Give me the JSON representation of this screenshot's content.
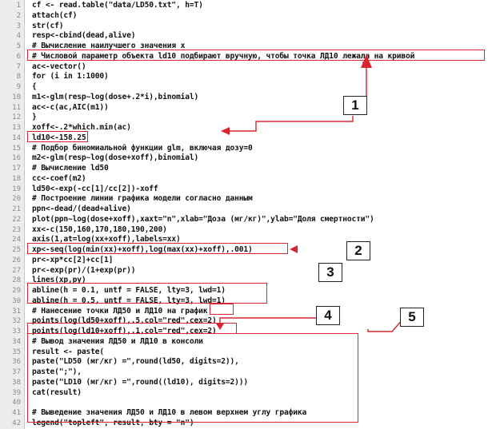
{
  "editor": {
    "lines": [
      {
        "n": "1",
        "text": "cf <- read.table(\"data/LD50.txt\", h=T)"
      },
      {
        "n": "2",
        "text": "attach(cf)"
      },
      {
        "n": "3",
        "text": "str(cf)"
      },
      {
        "n": "4",
        "text": "resp<-cbind(dead,alive)"
      },
      {
        "n": "5",
        "text": "# Вычисление наилучшего значения x"
      },
      {
        "n": "6",
        "text": "# Числовой параметр объекта ld10 подбирают вручную, чтобы точка ЛД10 лежала на кривой"
      },
      {
        "n": "7",
        "text": "ac<-vector()"
      },
      {
        "n": "8",
        "text": "for (i in 1:1000)"
      },
      {
        "n": "9",
        "text": "{"
      },
      {
        "n": "10",
        "text": "m1<-glm(resp~log(dose+.2*i),binomial)"
      },
      {
        "n": "11",
        "text": "ac<-c(ac,AIC(m1))"
      },
      {
        "n": "12",
        "text": "}"
      },
      {
        "n": "13",
        "text": "xoff<-.2*which.min(ac)"
      },
      {
        "n": "14",
        "text": "ld10<-158.25"
      },
      {
        "n": "15",
        "text": "# Подбор биномиальной функции glm, включая дозу=0"
      },
      {
        "n": "16",
        "text": "m2<-glm(resp~log(dose+xoff),binomial)"
      },
      {
        "n": "17",
        "text": "# Вычисление ld50"
      },
      {
        "n": "18",
        "text": "cc<-coef(m2)"
      },
      {
        "n": "19",
        "text": "ld50<-exp(-cc[1]/cc[2])-xoff"
      },
      {
        "n": "20",
        "text": "# Построение линии графика модели согласно данным"
      },
      {
        "n": "21",
        "text": "ppn<-dead/(dead+alive)"
      },
      {
        "n": "22",
        "text": "plot(ppn~log(dose+xoff),xaxt=\"n\",xlab=\"Доза (мг/кг)\",ylab=\"Доля смертности\")"
      },
      {
        "n": "23",
        "text": "xx<-c(150,160,170,180,190,200)"
      },
      {
        "n": "24",
        "text": "axis(1,at=log(xx+xoff),labels=xx)"
      },
      {
        "n": "25",
        "text": "xp<-seq(log(min(xx)+xoff),log(max(xx)+xoff),.001)"
      },
      {
        "n": "26",
        "text": "pr<-xp*cc[2]+cc[1]"
      },
      {
        "n": "27",
        "text": "pr<-exp(pr)/(1+exp(pr))"
      },
      {
        "n": "28",
        "text": "lines(xp,py)"
      },
      {
        "n": "29",
        "text": "abline(h = 0.1, untf = FALSE, lty=3, lwd=1)"
      },
      {
        "n": "30",
        "text": "abline(h = 0.5, untf = FALSE, lty=3, lwd=1)"
      },
      {
        "n": "31",
        "text": "# Нанесение точки ЛД50 и ЛД10 на график"
      },
      {
        "n": "32",
        "text": "points(log(ld50+xoff),.5,col=\"red\",cex=2)"
      },
      {
        "n": "33",
        "text": "points(log(ld10+xoff),.1,col=\"red\",cex=2)"
      },
      {
        "n": "34",
        "text": "# Вывод значения ЛД50 и ЛД10 в консоли"
      },
      {
        "n": "35",
        "text": "result <- paste("
      },
      {
        "n": "36",
        "text": "paste(\"LD50 (мг/кг) =\",round(ld50, digits=2)),"
      },
      {
        "n": "37",
        "text": "paste(\";\"),"
      },
      {
        "n": "38",
        "text": "paste(\"LD10 (мг/кг) =\",round((ld10), digits=2)))"
      },
      {
        "n": "39",
        "text": "cat(result)"
      },
      {
        "n": "40",
        "text": ""
      },
      {
        "n": "41",
        "text": "# Выведение значения ЛД50 и ЛД10 в левом верхнем углу графика"
      },
      {
        "n": "42",
        "text": "legend(\"topleft\", result, bty = \"n\")"
      }
    ]
  },
  "callouts": [
    {
      "label": "1"
    },
    {
      "label": "2"
    },
    {
      "label": "3"
    },
    {
      "label": "4"
    },
    {
      "label": "5"
    }
  ],
  "colors": {
    "highlight": "#d9262e",
    "gutter": "#ececec"
  }
}
